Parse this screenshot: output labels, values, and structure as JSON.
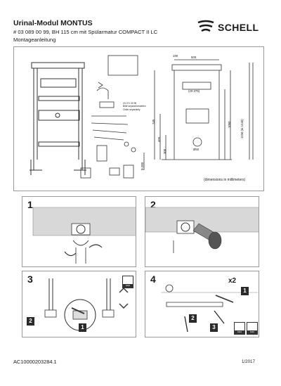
{
  "header": {
    "title": "Urinal-Modul MONTUS",
    "line1": "# 03 089 00 99, BH 115 cm mit Spülarmatur COMPACT II LC",
    "line2": "Montageanleitung"
  },
  "brand": {
    "name": "SCHELL",
    "icon": "schell-wave-logo-icon"
  },
  "overview": {
    "article_lines": [
      "03 071 00 99",
      "Bitte separat bestellen",
      "Order separately"
    ],
    "dim_note": "(dimensions in millimeters)",
    "dimensions": {
      "width_top": "500",
      "depth": "190",
      "height_745": "745",
      "height_495": "495",
      "height_300": "300",
      "height_1050": "1050",
      "height_range": "1150 (to 1240)",
      "span_375": "(40-375)",
      "diameter": "Ø50",
      "floor_range": "0-200"
    }
  },
  "steps": [
    {
      "number": "1"
    },
    {
      "number": "2"
    },
    {
      "number": "3",
      "badges": [
        "1",
        "2"
      ],
      "tool_size": "M13"
    },
    {
      "number": "4",
      "badges": [
        "1",
        "2",
        "3"
      ],
      "multiplier": "x2",
      "tool_sizes": [
        "M13",
        "M16"
      ]
    }
  ],
  "footer": {
    "code": "AC10000203284.1",
    "date": "1/2017"
  },
  "colors": {
    "ink": "#1a1a1a",
    "panel_border": "#9a9a9a",
    "badge": "#2a2a2a",
    "wall": "#d8d8d8"
  }
}
